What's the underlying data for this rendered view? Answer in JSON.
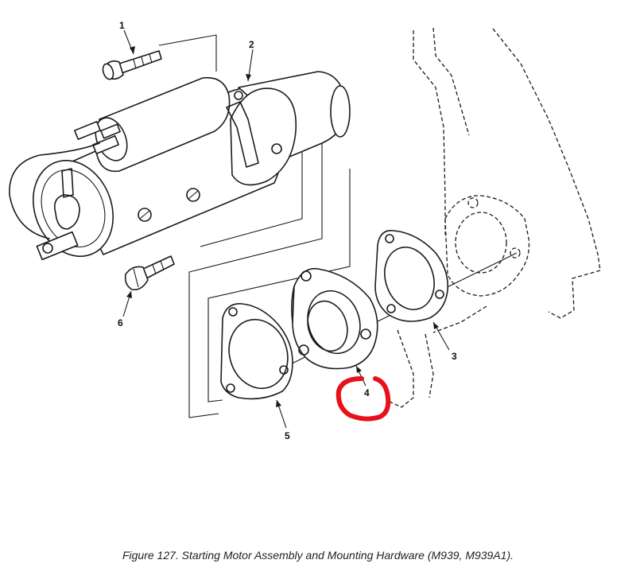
{
  "figure": {
    "caption": "Figure 127.  Starting Motor Assembly and Mounting Hardware (M939, M939A1)."
  },
  "callouts": [
    {
      "id": "1",
      "label": "1"
    },
    {
      "id": "2",
      "label": "2"
    },
    {
      "id": "3",
      "label": "3"
    },
    {
      "id": "4",
      "label": "4"
    },
    {
      "id": "5",
      "label": "5"
    },
    {
      "id": "6",
      "label": "6"
    }
  ],
  "highlight": {
    "color": "#e8101b",
    "target": "4"
  }
}
